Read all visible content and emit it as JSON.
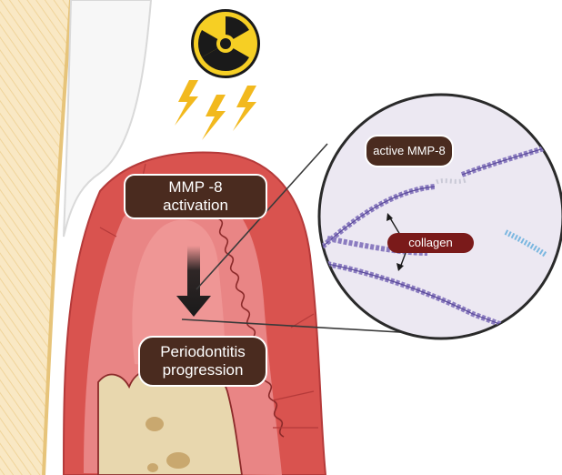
{
  "labels": {
    "mmp_activation": [
      "MMP -8",
      "activation"
    ],
    "periodontitis": [
      "Periodontitis",
      "progression"
    ],
    "active_mmp8": "active MMP-8",
    "collagen": "collagen"
  },
  "icons": {
    "radiation": "radiation-trefoil-icon",
    "lightning": "lightning-bolt-icon"
  },
  "colors": {
    "gum_outer": "#d9534f",
    "gum_inner": "#e98585",
    "gum_edge": "#b53a3a",
    "bone": "#e8d7ae",
    "root": "#f6e1b3",
    "label_bg": "#4a2b1f",
    "collagen_label": "#7a1a1a",
    "collagen_fiber": "#8b7cc0",
    "lightning": "#f2b91e",
    "radiation_yellow": "#f6cf24",
    "inset_bg": "#ece8f2"
  }
}
